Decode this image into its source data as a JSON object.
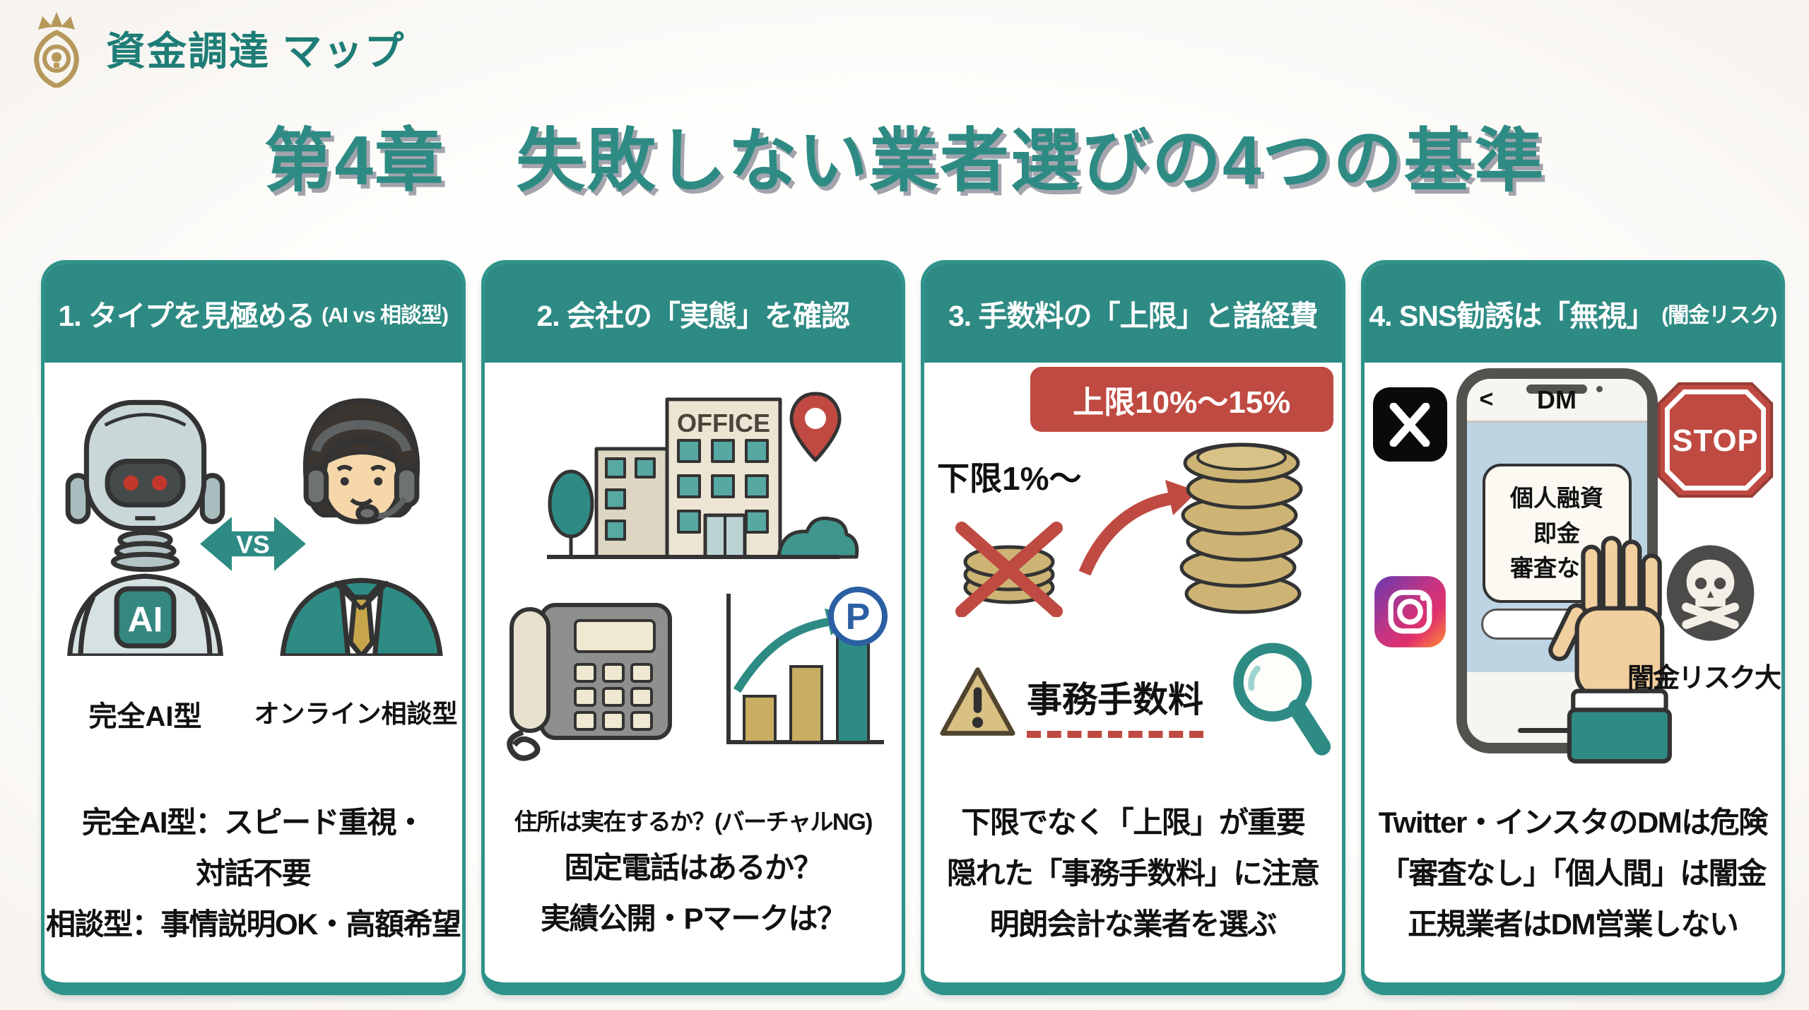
{
  "brand": {
    "logo_icon": "crown-pin-icon",
    "name": "資金調達 マップ"
  },
  "title": "第4章　失敗しない業者選びの4つの基準",
  "colors": {
    "teal": "#2e8b84",
    "teal-dark": "#1e7d76",
    "teal-border": "#2f938b",
    "red": "#bf4a41",
    "gold": "#b5985a",
    "coin": "#cdb475",
    "bar-tan": "#c9ad62",
    "pmark-blue": "#2b5fa3",
    "chat-blue": "#bdd4e3",
    "ink": "#111111"
  },
  "icons": [
    "crown-pin-icon",
    "robot-icon",
    "consultant-icon",
    "vs-arrow-icon",
    "office-building-icon",
    "map-pin-icon",
    "desk-phone-icon",
    "bar-chart-icon",
    "p-mark-icon",
    "coins-crossed-icon",
    "growth-arrow-icon",
    "coin-stack-icon",
    "warning-triangle-icon",
    "magnifier-icon",
    "x-twitter-icon",
    "instagram-icon",
    "smartphone-icon",
    "stop-sign-icon",
    "skull-icon",
    "stop-hand-icon"
  ],
  "cards": [
    {
      "header": "1. タイプを見極める",
      "header_note": "(AI vs 相談型)",
      "ai_chip": "AI",
      "vs": "VS",
      "label_left": "完全AI型",
      "label_right": "オンライン相談型",
      "lines": [
        "完全AI型：スピード重視・",
        "対話不要",
        "相談型：事情説明OK・高額希望"
      ]
    },
    {
      "header": "2. 会社の「実態」を確認",
      "office_sign": "OFFICE",
      "p_mark": "P",
      "lines": [
        "住所は実在するか？(バーチャルNG)",
        "固定電話はあるか？",
        "実績公開・Pマークは？"
      ]
    },
    {
      "header": "3. 手数料の「上限」と諸経費",
      "badge": "上限10%～15%",
      "lower_label": "下限1%～",
      "fee_label": "事務手数料",
      "lines": [
        "下限でなく「上限」が重要",
        "隠れた「事務手数料」に注意",
        "明朗会計な業者を選ぶ"
      ]
    },
    {
      "header": "4. SNS勧誘は「無視」",
      "header_note": "(闇金リスク)",
      "dm_back": "<",
      "dm_title": "DM",
      "bubble_lines": [
        "個人融資",
        "即金",
        "審査なし"
      ],
      "stop": "STOP",
      "risk_label": "闇金リスク大",
      "lines": [
        "Twitter・インスタのDMは危険",
        "「審査なし」「個人間」は闇金",
        "正規業者はDM営業しない"
      ]
    }
  ]
}
